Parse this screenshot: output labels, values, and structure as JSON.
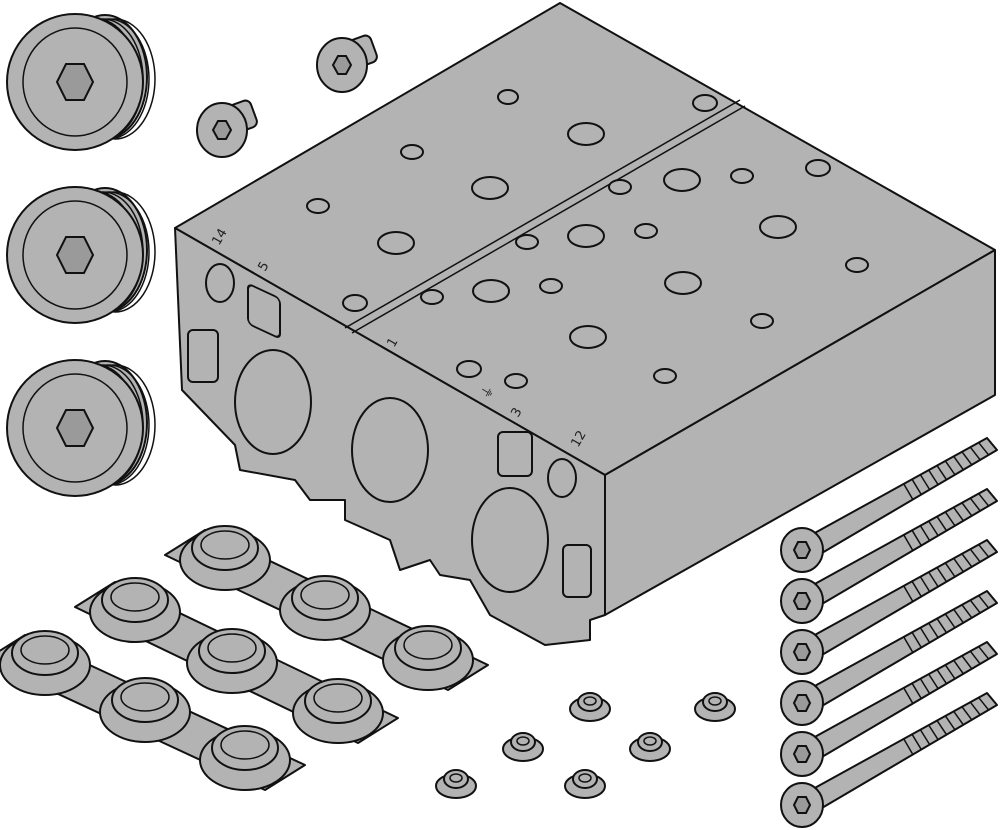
{
  "illustration": {
    "port_labels": [
      "14",
      "5",
      "1",
      "3",
      "12"
    ],
    "ground_symbol": "ground-icon",
    "colors": {
      "part_fill": "#b3b3b3",
      "outline": "#111111",
      "background": "#ffffff"
    },
    "parts": {
      "manifold_block": "manifold-sub-base",
      "large_plugs": 3,
      "small_plugs": 2,
      "seal_plates": 3,
      "screws": 6,
      "small_seals": 6
    }
  }
}
